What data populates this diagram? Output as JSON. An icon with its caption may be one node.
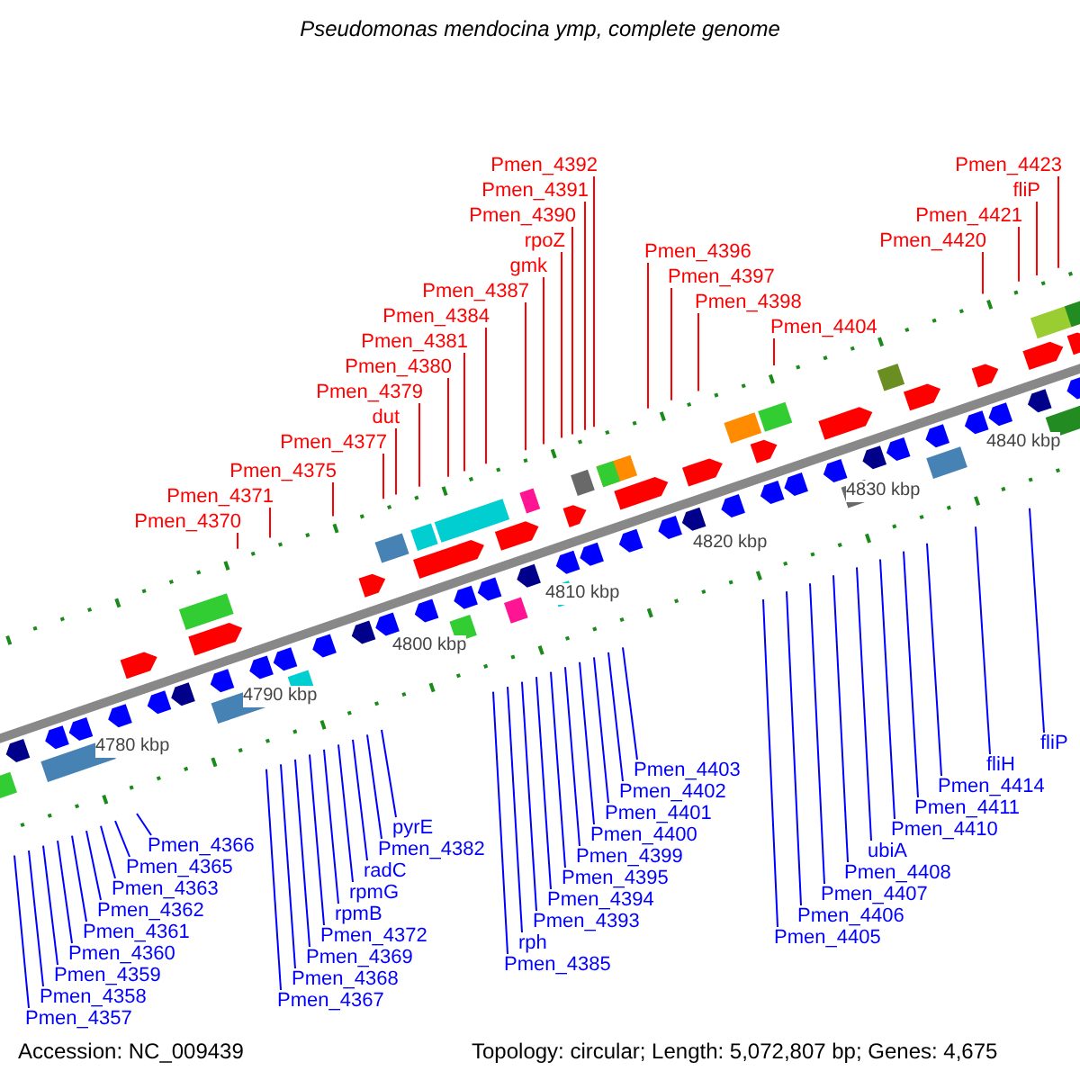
{
  "diagram": {
    "title": "Pseudomonas mendocina ymp, complete genome",
    "nodes": [
      {
        "text": [
          "fliP"
        ]
      },
      {
        "text": [
          "Pmen_4392"
        ]
      },
      {
        "text": [
          "Pmen_4421"
        ]
      },
      {
        "text": [
          "rpoZ"
        ]
      },
      {
        "text": [
          "Pmen_4423"
        ]
      },
      {
        "text": [
          "Pmen_4384"
        ]
      },
      {
        "text": [
          "Pmen_4391"
        ]
      },
      {
        "text": [
          "Pmen_4420"
        ]
      },
      {
        "text": [
          "Pmen_4381"
        ]
      },
      {
        "text": [
          "Pmen_4390"
        ]
      },
      {
        "text": [
          "Pmen_4404"
        ]
      },
      {
        "text": [
          "gmk"
        ]
      },
      {
        "text": [
          "Pmen_4380"
        ]
      },
      {
        "text": [
          "Pmen_4396"
        ]
      },
      {
        "text": [
          "Pmen_4398"
        ]
      },
      {
        "text": [
          "Pmen_4387"
        ]
      },
      {
        "text": [
          "Pmen_4379"
        ]
      },
      {
        "text": [
          "Pmen_4397"
        ]
      },
      {
        "text": [
          "dut"
        ]
      },
      {
        "text": [
          "Pmen_4377"
        ]
      },
      {
        "text": [
          "Pmen_4375"
        ]
      },
      {
        "text": [
          "Pmen_4371"
        ]
      },
      {
        "text": [
          "Pmen_4370"
        ]
      },
      {
        "text": [
          "fliH"
        ]
      },
      {
        "text": [
          "Pmen_4408"
        ]
      },
      {
        "text": [
          "fliP"
        ]
      },
      {
        "text": [
          "Pmen_4403"
        ]
      },
      {
        "text": [
          "ubiA"
        ]
      },
      {
        "text": [
          "Pmen_4395"
        ]
      },
      {
        "text": [
          "Pmen_4401"
        ]
      },
      {
        "text": [
          "Pmen_4414"
        ]
      },
      {
        "text": [
          "Pmen_4399"
        ]
      },
      {
        "text": [
          "Pmen_4407"
        ]
      },
      {
        "text": [
          "Pmen_4393"
        ]
      },
      {
        "text": [
          "rph"
        ]
      },
      {
        "text": [
          "Pmen_4410"
        ]
      },
      {
        "text": [
          "Pmen_4394"
        ]
      },
      {
        "text": [
          "Pmen_4400"
        ]
      },
      {
        "text": [
          "Pmen_4411"
        ]
      },
      {
        "text": [
          "radC"
        ]
      },
      {
        "text": [
          "Pmen_4402"
        ]
      },
      {
        "text": [
          "Pmen_4382"
        ]
      },
      {
        "text": [
          "rpmB"
        ]
      },
      {
        "text": [
          "Pmen_4405"
        ]
      },
      {
        "text": [
          "pyrE"
        ]
      },
      {
        "text": [
          "Pmen_4369"
        ]
      },
      {
        "text": [
          "rpmG"
        ]
      },
      {
        "text": [
          "Pmen_4385"
        ]
      },
      {
        "text": [
          "Pmen_4368"
        ]
      },
      {
        "text": [
          "Pmen_4406"
        ]
      },
      {
        "text": [
          "Pmen_4372"
        ]
      },
      {
        "text": [
          "Pmen_4365"
        ]
      },
      {
        "text": [
          "Pmen_4362"
        ]
      },
      {
        "text": [
          "Pmen_4363"
        ]
      },
      {
        "text": [
          "Pmen_4358"
        ]
      },
      {
        "text": [
          "Pmen_4366"
        ]
      },
      {
        "text": [
          "Pmen_4359"
        ]
      },
      {
        "text": [
          "Pmen_4361"
        ]
      },
      {
        "text": [
          "Pmen_4367"
        ]
      },
      {
        "text": [
          "Pmen_4357"
        ]
      },
      {
        "text": [
          "Pmen_4360"
        ]
      }
    ],
    "edges": [
      {
        "from": 0,
        "to": null,
        "arrow": "none",
        "color": "#ff0000"
      },
      {
        "from": 1,
        "to": null,
        "arrow": "none",
        "color": "#ff0000"
      },
      {
        "from": 2,
        "to": null,
        "arrow": "none",
        "color": "#ff0000"
      },
      {
        "from": 3,
        "to": null,
        "arrow": "none",
        "color": "#ff0000"
      },
      {
        "from": 4,
        "to": null,
        "arrow": "none",
        "color": "#ff0000"
      },
      {
        "from": 5,
        "to": null,
        "arrow": "none",
        "color": "#ff0000"
      },
      {
        "from": 6,
        "to": null,
        "arrow": "none",
        "color": "#ff0000"
      },
      {
        "from": 7,
        "to": null,
        "arrow": "none",
        "color": "#ff0000"
      },
      {
        "from": 8,
        "to": null,
        "arrow": "none",
        "color": "#ff0000"
      },
      {
        "from": 9,
        "to": null,
        "arrow": "none",
        "color": "#ff0000"
      },
      {
        "from": 10,
        "to": null,
        "arrow": "none",
        "color": "#ff0000"
      },
      {
        "from": 11,
        "to": null,
        "arrow": "none",
        "color": "#ff0000"
      },
      {
        "from": 12,
        "to": null,
        "arrow": "none",
        "color": "#ff0000"
      },
      {
        "from": 13,
        "to": null,
        "arrow": "none",
        "color": "#ff0000"
      },
      {
        "from": 14,
        "to": null,
        "arrow": "none",
        "color": "#ff0000"
      },
      {
        "from": 15,
        "to": null,
        "arrow": "none",
        "color": "#ff0000"
      },
      {
        "from": 16,
        "to": null,
        "arrow": "none",
        "color": "#ff0000"
      },
      {
        "from": 17,
        "to": null,
        "arrow": "none",
        "color": "#ff0000"
      },
      {
        "from": 18,
        "to": null,
        "arrow": "none",
        "color": "#ff0000"
      },
      {
        "from": 19,
        "to": null,
        "arrow": "none",
        "color": "#ff0000"
      },
      {
        "from": 20,
        "to": null,
        "arrow": "none",
        "color": "#ff0000"
      },
      {
        "from": 21,
        "to": null,
        "arrow": "none",
        "color": "#ff0000"
      },
      {
        "from": 22,
        "to": null,
        "arrow": "none",
        "color": "#ff0000"
      },
      {
        "from": 23,
        "to": null,
        "arrow": "none"
      },
      {
        "from": 24,
        "to": null,
        "arrow": "none"
      },
      {
        "from": 25,
        "to": null,
        "arrow": "none"
      },
      {
        "from": 26,
        "to": null,
        "arrow": "none"
      },
      {
        "from": 27,
        "to": null,
        "arrow": "none"
      },
      {
        "from": 28,
        "to": null,
        "arrow": "none"
      },
      {
        "from": 29,
        "to": null,
        "arrow": "none"
      },
      {
        "from": 30,
        "to": null,
        "arrow": "none"
      },
      {
        "from": 31,
        "to": null,
        "arrow": "none"
      },
      {
        "from": 32,
        "to": null,
        "arrow": "none"
      },
      {
        "from": 33,
        "to": null,
        "arrow": "none"
      },
      {
        "from": 34,
        "to": null,
        "arrow": "none"
      },
      {
        "from": 35,
        "to": null,
        "arrow": "none"
      },
      {
        "from": 36,
        "to": null,
        "arrow": "none"
      },
      {
        "from": 37,
        "to": null,
        "arrow": "none"
      },
      {
        "from": 38,
        "to": null,
        "arrow": "none"
      },
      {
        "from": 39,
        "to": null,
        "arrow": "none"
      },
      {
        "from": 40,
        "to": null,
        "arrow": "none"
      },
      {
        "from": 41,
        "to": null,
        "arrow": "none"
      },
      {
        "from": 42,
        "to": null,
        "arrow": "none"
      },
      {
        "from": 43,
        "to": null,
        "arrow": "none"
      },
      {
        "from": 44,
        "to": null,
        "arrow": "none"
      },
      {
        "from": 45,
        "to": null,
        "arrow": "none"
      },
      {
        "from": 46,
        "to": null,
        "arrow": "none"
      },
      {
        "from": 47,
        "to": null,
        "arrow": "none"
      },
      {
        "from": 48,
        "to": null,
        "arrow": "none"
      },
      {
        "from": 49,
        "to": null,
        "arrow": "none"
      },
      {
        "from": 50,
        "to": null,
        "arrow": "none"
      },
      {
        "from": 51,
        "to": null,
        "arrow": "none"
      },
      {
        "from": 52,
        "to": null,
        "arrow": "none"
      },
      {
        "from": 53,
        "to": null,
        "arrow": "none"
      },
      {
        "from": 54,
        "to": null,
        "arrow": "none"
      },
      {
        "from": 55,
        "to": null,
        "arrow": "none"
      },
      {
        "from": 56,
        "to": null,
        "arrow": "none"
      },
      {
        "from": 57,
        "to": null,
        "arrow": "none"
      },
      {
        "from": 58,
        "to": null,
        "arrow": "none"
      },
      {
        "from": 59,
        "to": null,
        "arrow": "none"
      },
      {
        "from": 60,
        "to": null,
        "arrow": "none"
      }
    ],
    "labels": [
      "4780 kbp",
      "4790 kbp",
      "4800 kbp",
      "4810 kbp",
      "4820 kbp",
      "4830 kbp",
      "4840 kbp",
      "Accession: NC_009439",
      "Topology: circular; Length: 5,072,807 bp; Genes: 4,675"
    ]
  }
}
